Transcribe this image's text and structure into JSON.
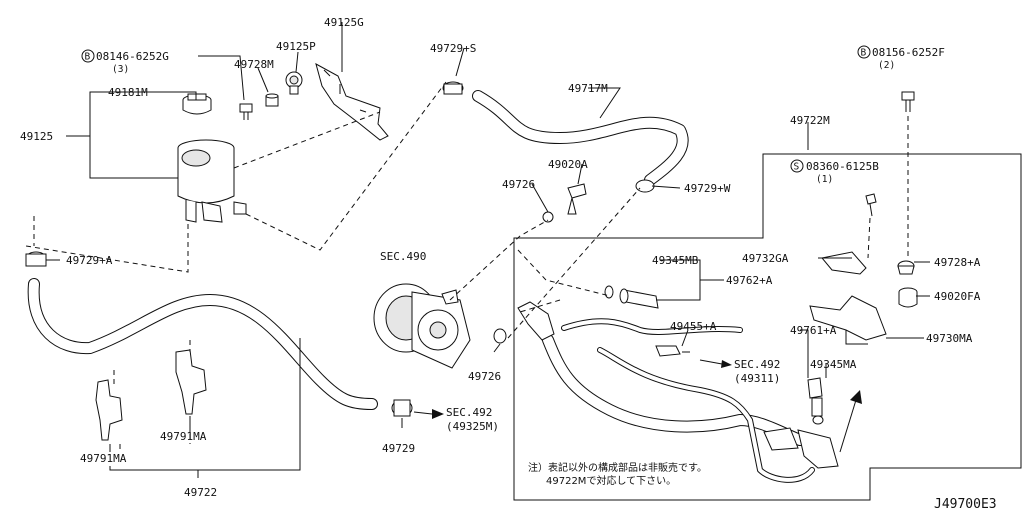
{
  "labels": {
    "p_08146": "08146-6252G",
    "p_08146_qty": "(3)",
    "p_49125G": "49125G",
    "p_49125P": "49125P",
    "p_49728M": "49728M",
    "p_49181M": "49181M",
    "p_49125": "49125",
    "p_49729S": "49729+S",
    "p_49717M": "49717M",
    "p_08156": "08156-6252F",
    "p_08156_qty": "(2)",
    "p_49722M": "49722M",
    "p_08360": "08360-6125B",
    "p_08360_qty": "(1)",
    "p_49020A": "49020A",
    "p_49726a": "49726",
    "p_49729W": "49729+W",
    "p_sec490": "SEC.490",
    "p_49729A": "49729+A",
    "p_49345MB": "49345MB",
    "p_49732GA": "49732GA",
    "p_49728A": "49728+A",
    "p_49762A": "49762+A",
    "p_49020FA": "49020FA",
    "p_49455A": "49455+A",
    "p_49761A": "49761+A",
    "p_49730MA": "49730MA",
    "p_sec492a": "SEC.492",
    "p_sec492a_sub": "(49311)",
    "p_49345MA": "49345MA",
    "p_49726b": "49726",
    "p_sec492b": "SEC.492",
    "p_sec492b_sub": "(49325M)",
    "p_49729": "49729",
    "p_49791MA_a": "49791MA",
    "p_49791MA_b": "49791MA",
    "p_49722": "49722"
  },
  "markers": {
    "bolt_B": "B",
    "screw_S": "S"
  },
  "note": {
    "line1": "注）表記以外の構成部品は非販売です。",
    "line2": "49722Mで対応して下さい。"
  },
  "diagram_id": "J49700E3"
}
